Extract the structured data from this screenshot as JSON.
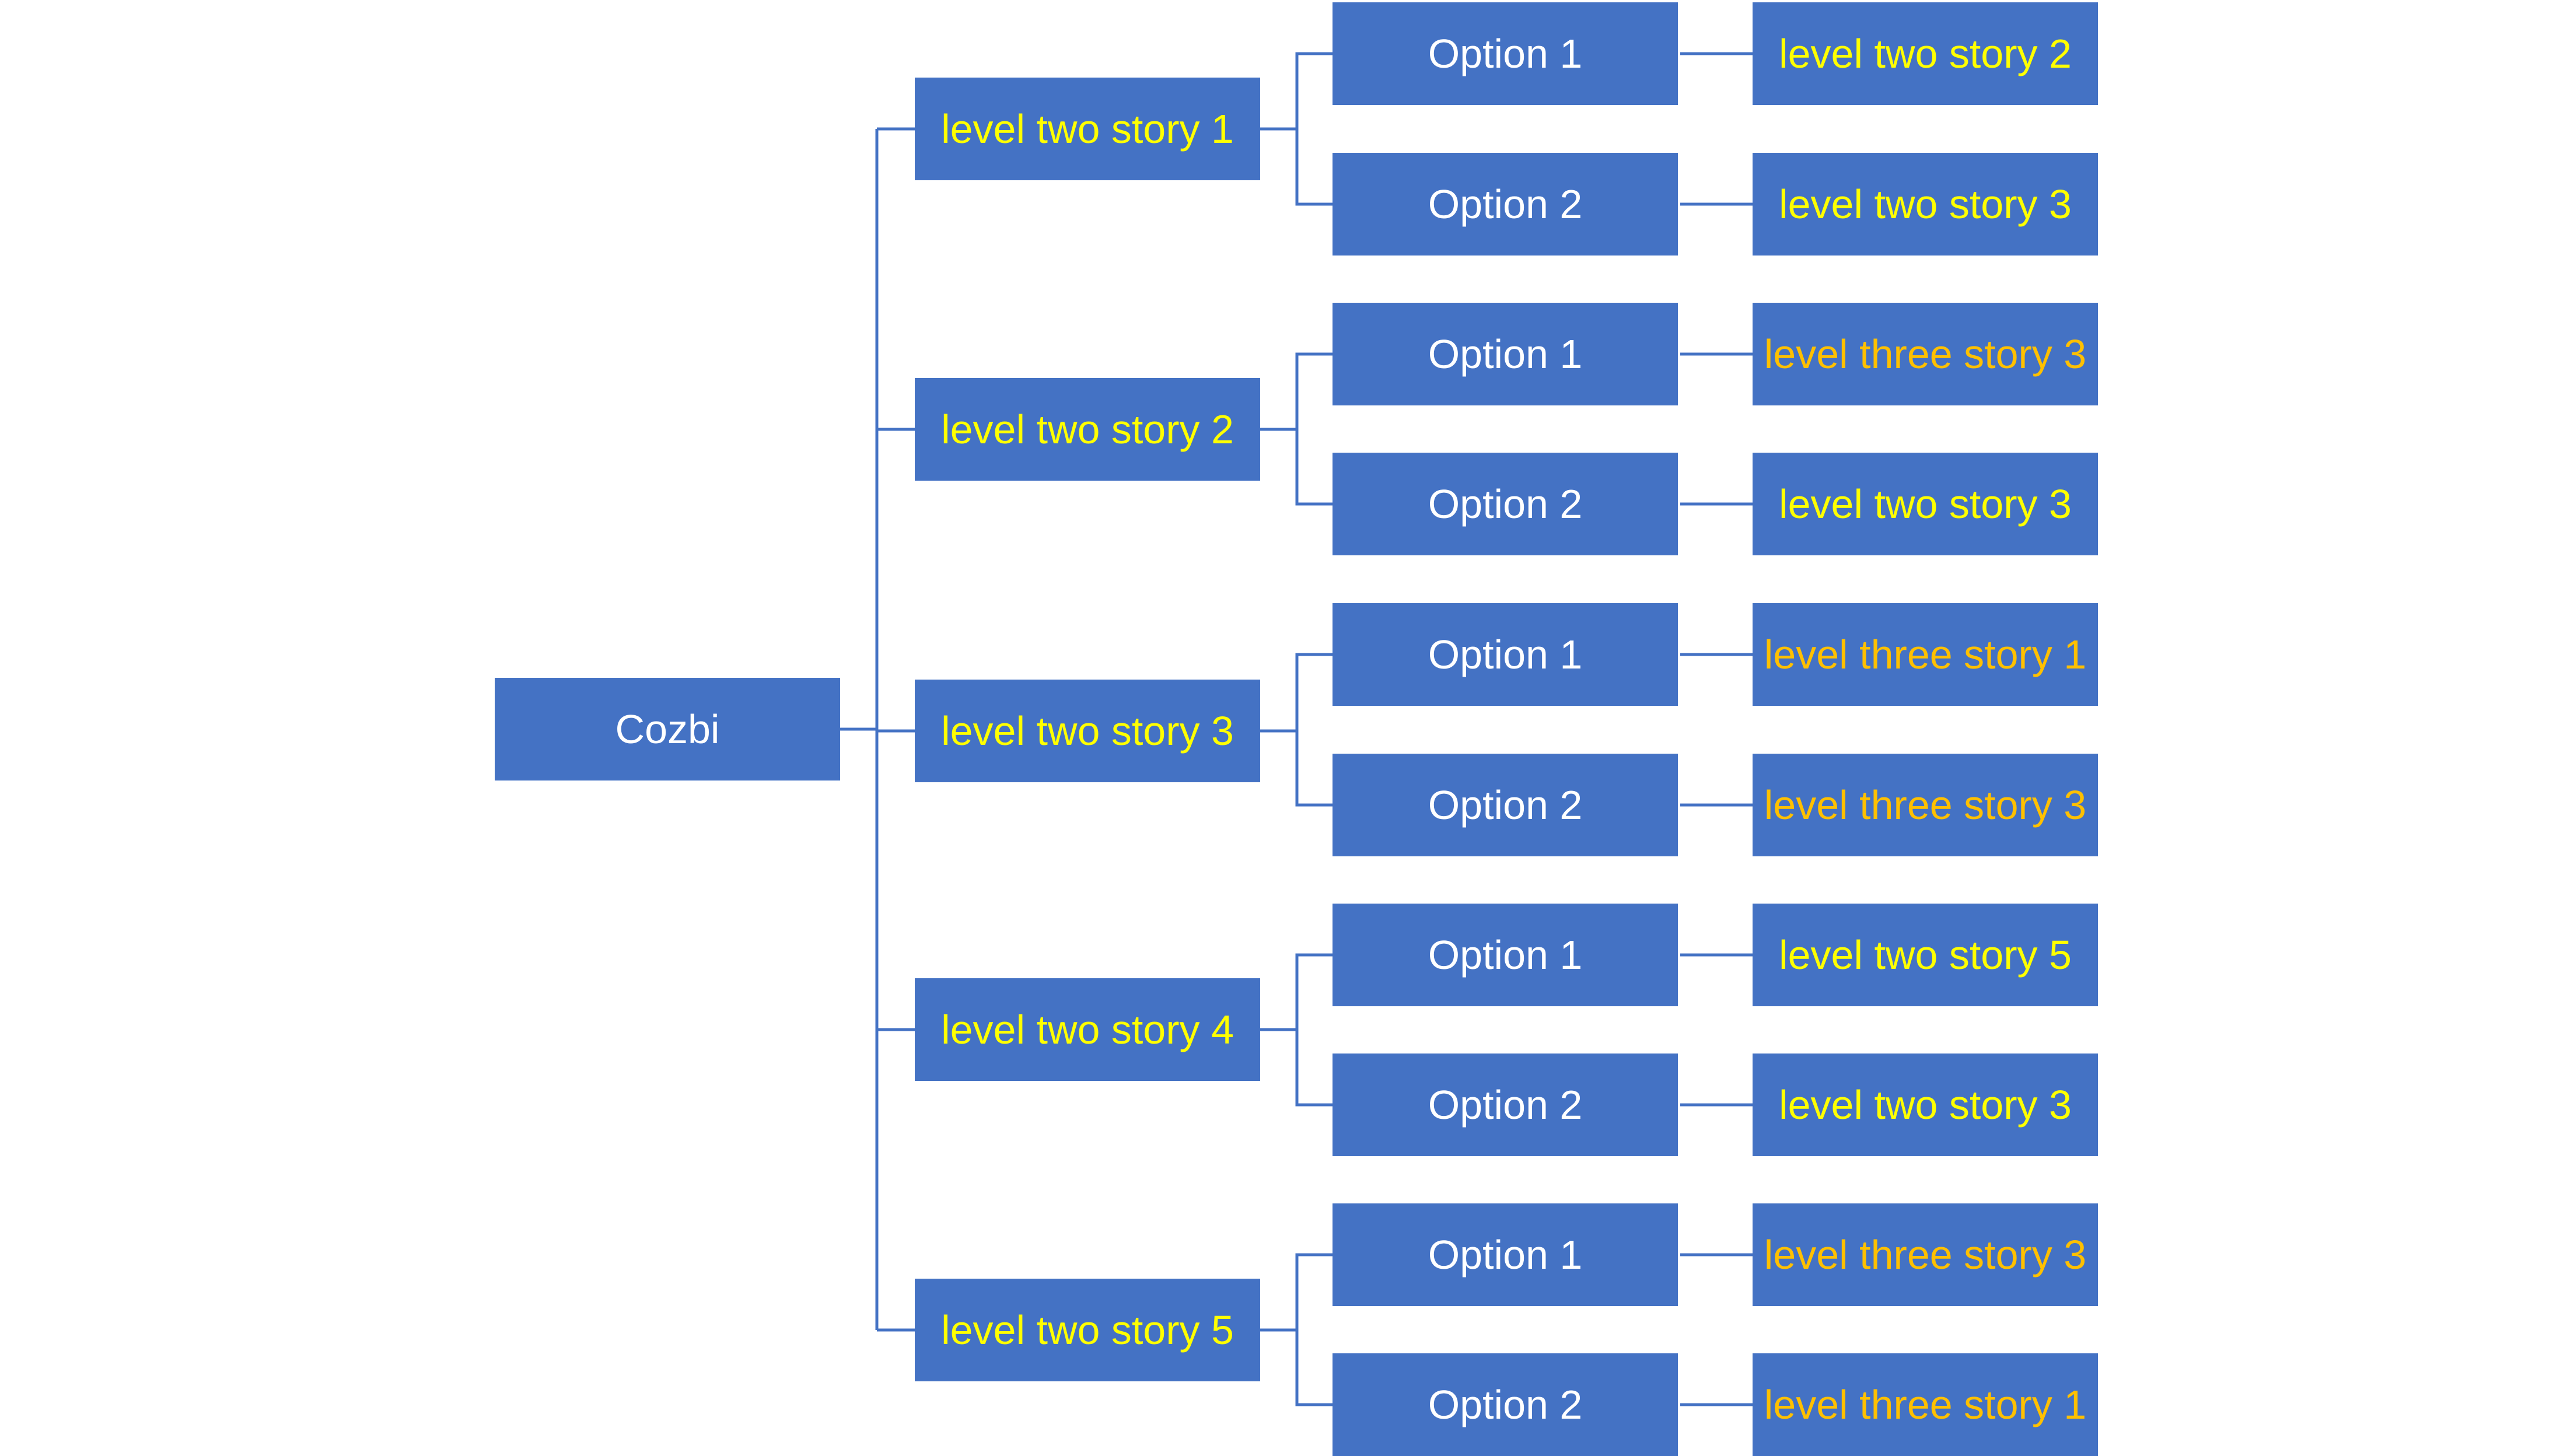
{
  "colors": {
    "box_fill": "#4472C4",
    "line": "#4472C4",
    "text_root": "#FFFFFF",
    "text_option": "#FFFFFF",
    "text_level_two": "#FFFF00",
    "text_level_three": "#FFC000"
  },
  "root": {
    "label": "Cozbi"
  },
  "branches": [
    {
      "label": "level two story 1",
      "options": [
        {
          "label": "Option 1",
          "target": {
            "label": "level two story 2",
            "level": "two"
          }
        },
        {
          "label": "Option 2",
          "target": {
            "label": "level two story 3",
            "level": "two"
          }
        }
      ]
    },
    {
      "label": "level two story 2",
      "options": [
        {
          "label": "Option 1",
          "target": {
            "label": "level three story 3",
            "level": "three"
          }
        },
        {
          "label": "Option 2",
          "target": {
            "label": "level two story 3",
            "level": "two"
          }
        }
      ]
    },
    {
      "label": "level two story 3",
      "options": [
        {
          "label": "Option 1",
          "target": {
            "label": "level three story 1",
            "level": "three"
          }
        },
        {
          "label": "Option 2",
          "target": {
            "label": "level three story 3",
            "level": "three"
          }
        }
      ]
    },
    {
      "label": "level two story 4",
      "options": [
        {
          "label": "Option 1",
          "target": {
            "label": "level two story 5",
            "level": "two"
          }
        },
        {
          "label": "Option 2",
          "target": {
            "label": "level two story 3",
            "level": "two"
          }
        }
      ]
    },
    {
      "label": "level two story 5",
      "options": [
        {
          "label": "Option 1",
          "target": {
            "label": "level three story 3",
            "level": "three"
          }
        },
        {
          "label": "Option 2",
          "target": {
            "label": "level three story 1",
            "level": "three"
          }
        }
      ]
    }
  ]
}
